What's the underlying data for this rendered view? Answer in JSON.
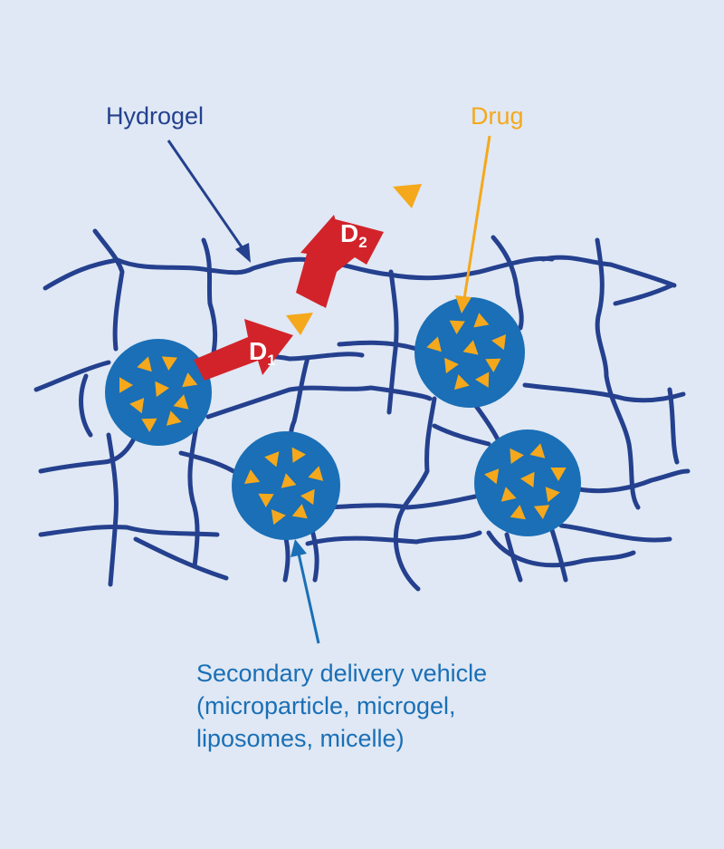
{
  "labels": {
    "hydrogel": "Hydrogel",
    "drug": "Drug",
    "d1_letter": "D",
    "d1_sub": "1",
    "d2_letter": "D",
    "d2_sub": "2",
    "vehicle_line1": "Secondary delivery vehicle",
    "vehicle_line2": "(microparticle, microgel,",
    "vehicle_line3": "liposomes, micelle)"
  },
  "colors": {
    "background": "#dfe8f4",
    "network": "#24408e",
    "particle": "#1a6fb6",
    "drug": "#f5a81c",
    "arrow": "#d2232a",
    "hydrogel_label": "#24408e",
    "drug_label": "#f5a81c",
    "vehicle_label": "#1a6fb6"
  }
}
